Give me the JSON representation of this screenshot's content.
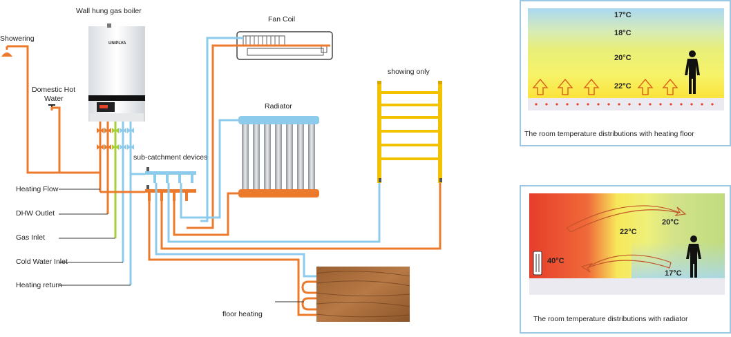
{
  "labels": {
    "boiler": "Wall hung gas boiler",
    "boiler_brand": "UNIPLVA",
    "fan_coil": "Fan Coil",
    "radiator": "Radiator",
    "showing_only": "showing only",
    "showering": "Showering",
    "domestic_hot_water_line1": "Domestic Hot",
    "domestic_hot_water_line2": "Water",
    "sub_catchment": "sub-catchment devices",
    "floor_heating": "floor heating"
  },
  "legend": [
    {
      "label": "Heating Flow"
    },
    {
      "label": "DHW Outlet"
    },
    {
      "label": "Gas Inlet"
    },
    {
      "label": "Cold Water Inlet"
    },
    {
      "label": "Heating return"
    }
  ],
  "panel_floor": {
    "caption": "The room temperature distributions with heating floor",
    "temps": [
      "17°C",
      "18°C",
      "20°C",
      "22°C"
    ]
  },
  "panel_radiator": {
    "caption": "The room temperature distributions with radiator",
    "temps": [
      "40°C",
      "22°C",
      "20°C",
      "17°C"
    ]
  },
  "colors": {
    "hot_pipe": "#ec7a2c",
    "cold_pipe": "#8ccbec",
    "gas_pipe": "#a8d03a",
    "towel_rail": "#f2c200",
    "panel_border": "#9cc6e2"
  }
}
